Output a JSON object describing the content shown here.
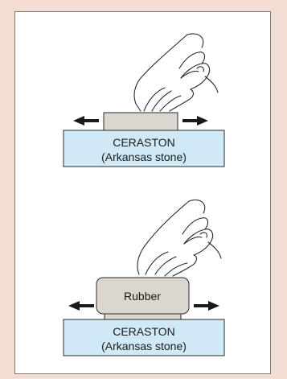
{
  "diagram": {
    "top": {
      "stone_name": "CERASTON",
      "stone_type": "(Arkansas stone)"
    },
    "bottom": {
      "pad_label": "Rubber",
      "stone_name": "CERASTON",
      "stone_type": "(Arkansas stone)"
    },
    "colors": {
      "background": "#f3dcd2",
      "stone_fill": "#cfe9f6",
      "block_fill": "#dcd6d0",
      "stroke": "#2a2a2a"
    },
    "icons": {
      "left_arrow": "arrow-left-icon",
      "right_arrow": "arrow-right-icon",
      "hand": "hand-icon"
    }
  }
}
